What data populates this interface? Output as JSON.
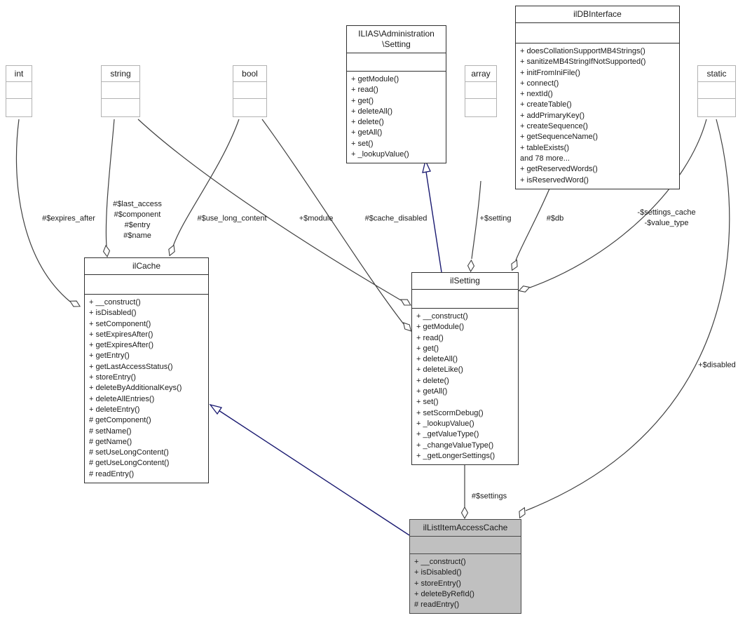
{
  "colors": {
    "edge": "#404040",
    "generalization": "#191970",
    "box_border": "#2f2f2f",
    "type_box_border": "#b2b2b2",
    "highlight_fill": "#c0c0c0"
  },
  "type_boxes": {
    "int": {
      "label": "int"
    },
    "string": {
      "label": "string"
    },
    "bool": {
      "label": "bool"
    },
    "array": {
      "label": "array"
    },
    "static": {
      "label": "static"
    }
  },
  "classes": {
    "ilias_admin_setting": {
      "title": [
        "ILIAS\\Administration",
        "\\Setting"
      ],
      "methods": [
        "+ getModule()",
        "+ read()",
        "+ get()",
        "+ deleteAll()",
        "+ delete()",
        "+ getAll()",
        "+ set()",
        "+ _lookupValue()"
      ]
    },
    "ildbinterface": {
      "title": "ilDBInterface",
      "methods": [
        "+ doesCollationSupportMB4Strings()",
        "+ sanitizeMB4StringIfNotSupported()",
        "+ initFromIniFile()",
        "+ connect()",
        "+ nextId()",
        "+ createTable()",
        "+ addPrimaryKey()",
        "+ createSequence()",
        "+ getSequenceName()",
        "+ tableExists()",
        "and 78 more...",
        "+ getReservedWords()",
        "+ isReservedWord()"
      ]
    },
    "ilcache": {
      "title": "ilCache",
      "methods": [
        "+ __construct()",
        "+ isDisabled()",
        "+ setComponent()",
        "+ setExpiresAfter()",
        "+ getExpiresAfter()",
        "+ getEntry()",
        "+ getLastAccessStatus()",
        "+ storeEntry()",
        "+ deleteByAdditionalKeys()",
        "+ deleteAllEntries()",
        "+ deleteEntry()",
        "# getComponent()",
        "# setName()",
        "# getName()",
        "# setUseLongContent()",
        "# getUseLongContent()",
        "# readEntry()"
      ]
    },
    "ilsetting": {
      "title": "ilSetting",
      "methods": [
        "+ __construct()",
        "+ getModule()",
        "+ read()",
        "+ get()",
        "+ deleteAll()",
        "+ deleteLike()",
        "+ delete()",
        "+ getAll()",
        "+ set()",
        "+ setScormDebug()",
        "+ _lookupValue()",
        "+ _getValueType()",
        "+ _changeValueType()",
        "+ _getLongerSettings()"
      ]
    },
    "illistitemaccesscache": {
      "title": "ilListItemAccessCache",
      "methods": [
        "+ __construct()",
        "+ isDisabled()",
        "+ storeEntry()",
        "+ deleteByRefId()",
        "# readEntry()"
      ]
    }
  },
  "edge_labels": {
    "expires_after": "#$expires_after",
    "cache_strings": [
      "#$last_access",
      "#$component",
      "#$entry",
      "#$name"
    ],
    "use_long_content": "#$use_long_content",
    "module": "+$module",
    "cache_disabled": "#$cache_disabled",
    "setting": "+$setting",
    "db": "#$db",
    "settings_cache": [
      "-$settings_cache",
      "-$value_type"
    ],
    "disabled": "+$disabled",
    "settings": "#$settings"
  }
}
